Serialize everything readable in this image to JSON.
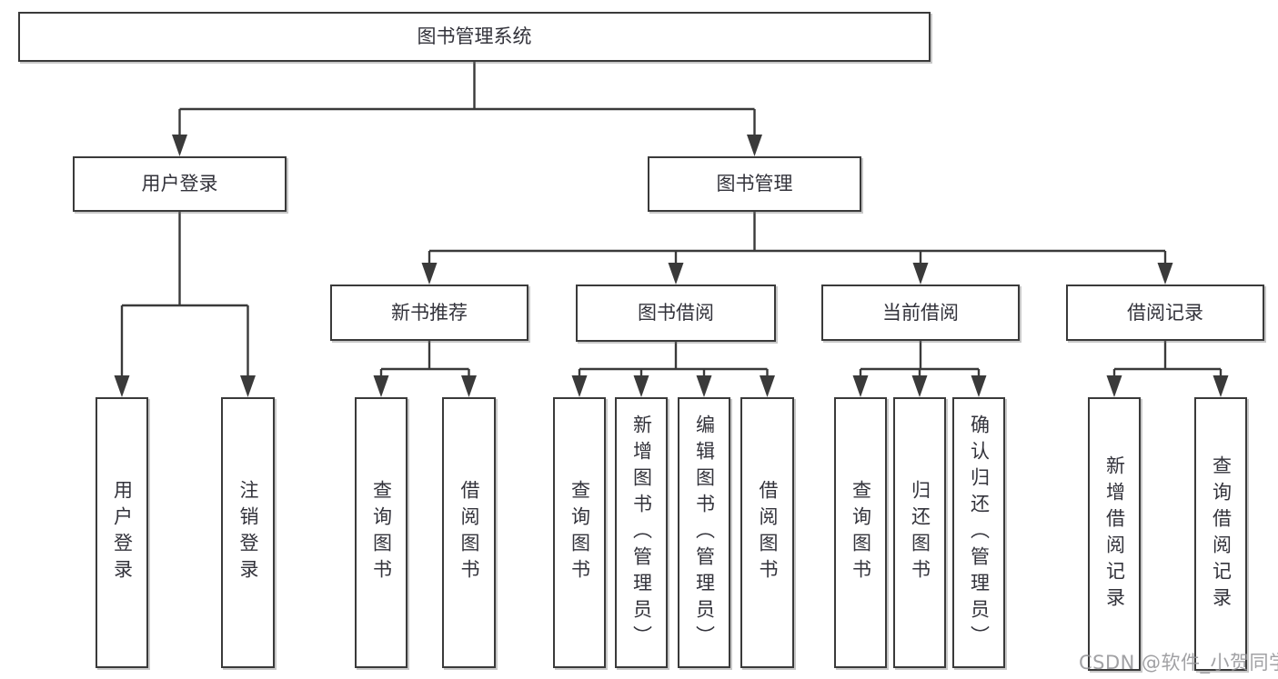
{
  "watermark": "CSDN @软件_小贺同学",
  "diagram": {
    "title": "图书管理系统",
    "nodes": [
      {
        "id": "root",
        "parent": null,
        "label": "图书管理系统"
      },
      {
        "id": "user-login",
        "parent": "root",
        "label": "用户登录"
      },
      {
        "id": "book-mgmt",
        "parent": "root",
        "label": "图书管理"
      },
      {
        "id": "new-book-rec",
        "parent": "book-mgmt",
        "label": "新书推荐"
      },
      {
        "id": "book-borrow",
        "parent": "book-mgmt",
        "label": "图书借阅"
      },
      {
        "id": "current-borrow",
        "parent": "book-mgmt",
        "label": "当前借阅"
      },
      {
        "id": "borrow-records",
        "parent": "book-mgmt",
        "label": "借阅记录"
      },
      {
        "id": "login",
        "parent": "user-login",
        "label": "用户登录"
      },
      {
        "id": "logout",
        "parent": "user-login",
        "label": "注销登录"
      },
      {
        "id": "nbr-query",
        "parent": "new-book-rec",
        "label": "查询图书"
      },
      {
        "id": "nbr-borrow",
        "parent": "new-book-rec",
        "label": "借阅图书"
      },
      {
        "id": "bb-query",
        "parent": "book-borrow",
        "label": "查询图书"
      },
      {
        "id": "bb-add",
        "parent": "book-borrow",
        "label": "新增图书（管理员）"
      },
      {
        "id": "bb-edit",
        "parent": "book-borrow",
        "label": "编辑图书（管理员）"
      },
      {
        "id": "bb-borrow",
        "parent": "book-borrow",
        "label": "借阅图书"
      },
      {
        "id": "cb-query",
        "parent": "current-borrow",
        "label": "查询图书"
      },
      {
        "id": "cb-return",
        "parent": "current-borrow",
        "label": "归还图书"
      },
      {
        "id": "cb-confirm",
        "parent": "current-borrow",
        "label": "确认归还（管理员）"
      },
      {
        "id": "br-add",
        "parent": "borrow-records",
        "label": "新增借阅记录"
      },
      {
        "id": "br-query",
        "parent": "borrow-records",
        "label": "查询借阅记录"
      }
    ],
    "colors": {
      "line": "#3a3a3a",
      "box_border": "#3a3a3a",
      "text": "#33333b",
      "watermark": "#919194",
      "background": "#ffffff"
    }
  }
}
